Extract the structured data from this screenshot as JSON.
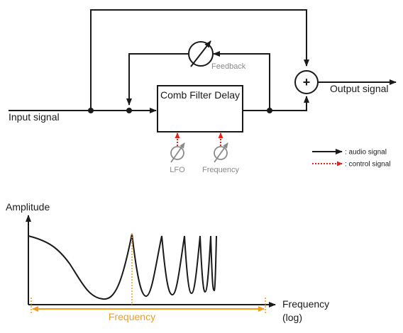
{
  "diagram": {
    "block_label": "Comb Filter Delay",
    "input_label": "Input signal",
    "output_label": "Output signal",
    "feedback_label": "Feedback",
    "lfo_label": "LFO",
    "frequency_knob_label": "Frequency",
    "sum_symbol": "+",
    "legend": {
      "audio": ": audio signal",
      "control": ": control signal"
    }
  },
  "plot": {
    "y_label": "Amplitude",
    "x_label_line1": "Frequency",
    "x_label_line2": "(log)",
    "range_label": "Frequency"
  },
  "colors": {
    "line": "#1a1a1a",
    "control": "#e8211c",
    "gray": "#8a8a8a",
    "orange": "#f29b1d"
  }
}
